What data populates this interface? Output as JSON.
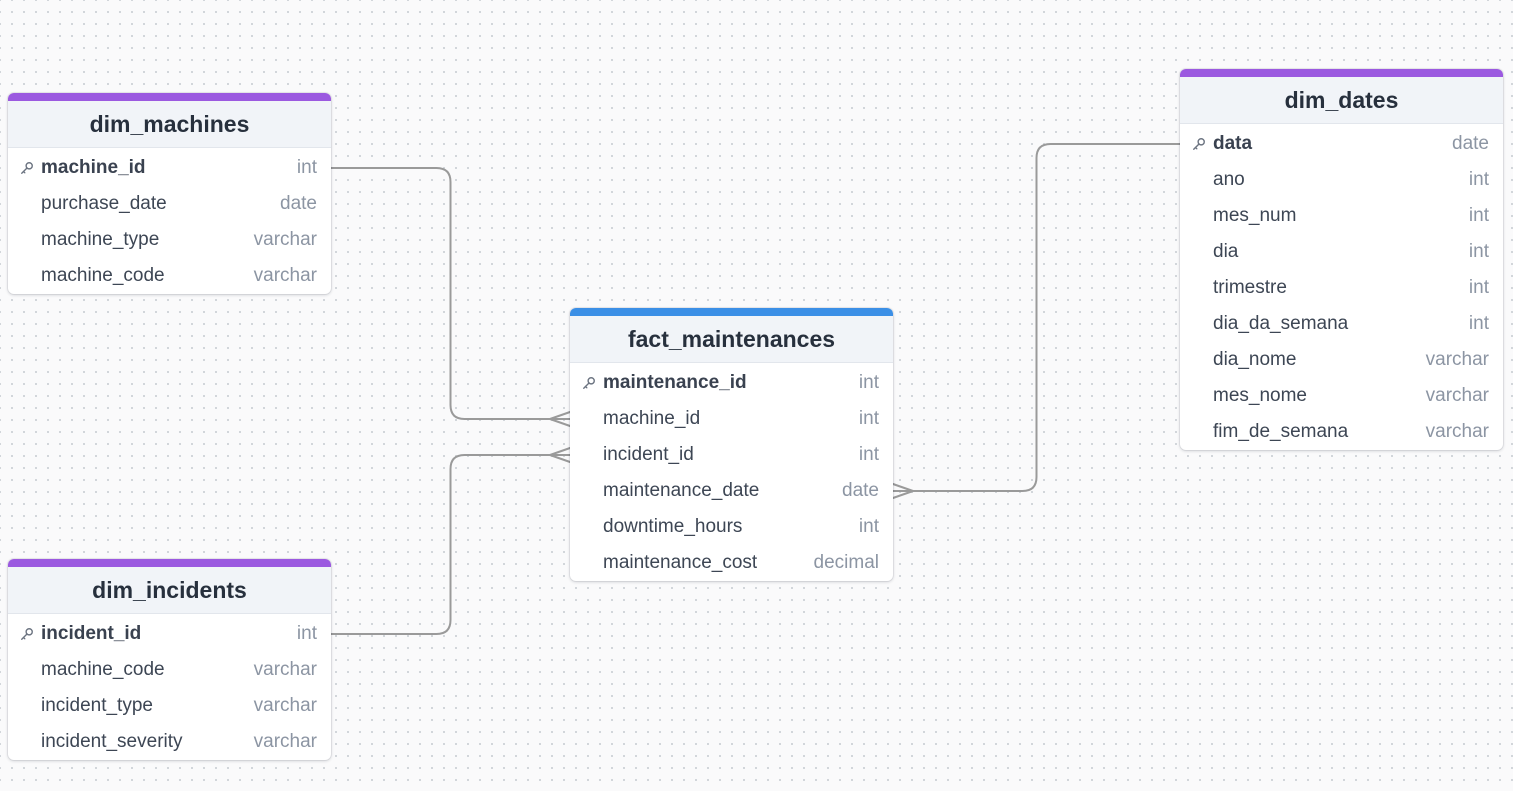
{
  "colors": {
    "dimension_accent": "#9b59e0",
    "fact_accent": "#3b8fe6",
    "relationship_line": "#9a9a9a"
  },
  "tables": {
    "dim_machines": {
      "name": "dim_machines",
      "columns": [
        {
          "name": "machine_id",
          "type": "int",
          "pk": true
        },
        {
          "name": "purchase_date",
          "type": "date",
          "pk": false
        },
        {
          "name": "machine_type",
          "type": "varchar",
          "pk": false
        },
        {
          "name": "machine_code",
          "type": "varchar",
          "pk": false
        }
      ]
    },
    "dim_incidents": {
      "name": "dim_incidents",
      "columns": [
        {
          "name": "incident_id",
          "type": "int",
          "pk": true
        },
        {
          "name": "machine_code",
          "type": "varchar",
          "pk": false
        },
        {
          "name": "incident_type",
          "type": "varchar",
          "pk": false
        },
        {
          "name": "incident_severity",
          "type": "varchar",
          "pk": false
        }
      ]
    },
    "fact_maintenances": {
      "name": "fact_maintenances",
      "columns": [
        {
          "name": "maintenance_id",
          "type": "int",
          "pk": true
        },
        {
          "name": "machine_id",
          "type": "int",
          "pk": false
        },
        {
          "name": "incident_id",
          "type": "int",
          "pk": false
        },
        {
          "name": "maintenance_date",
          "type": "date",
          "pk": false
        },
        {
          "name": "downtime_hours",
          "type": "int",
          "pk": false
        },
        {
          "name": "maintenance_cost",
          "type": "decimal",
          "pk": false
        }
      ]
    },
    "dim_dates": {
      "name": "dim_dates",
      "columns": [
        {
          "name": "data",
          "type": "date",
          "pk": true
        },
        {
          "name": "ano",
          "type": "int",
          "pk": false
        },
        {
          "name": "mes_num",
          "type": "int",
          "pk": false
        },
        {
          "name": "dia",
          "type": "int",
          "pk": false
        },
        {
          "name": "trimestre",
          "type": "int",
          "pk": false
        },
        {
          "name": "dia_da_semana",
          "type": "int",
          "pk": false
        },
        {
          "name": "dia_nome",
          "type": "varchar",
          "pk": false
        },
        {
          "name": "mes_nome",
          "type": "varchar",
          "pk": false
        },
        {
          "name": "fim_de_semana",
          "type": "varchar",
          "pk": false
        }
      ]
    }
  },
  "relationships": [
    {
      "from_table": "dim_machines",
      "from_column": "machine_id",
      "to_table": "fact_maintenances",
      "to_column": "machine_id",
      "cardinality": "one-to-many"
    },
    {
      "from_table": "dim_incidents",
      "from_column": "incident_id",
      "to_table": "fact_maintenances",
      "to_column": "incident_id",
      "cardinality": "one-to-many"
    },
    {
      "from_table": "dim_dates",
      "from_column": "data",
      "to_table": "fact_maintenances",
      "to_column": "maintenance_date",
      "cardinality": "one-to-many"
    }
  ]
}
